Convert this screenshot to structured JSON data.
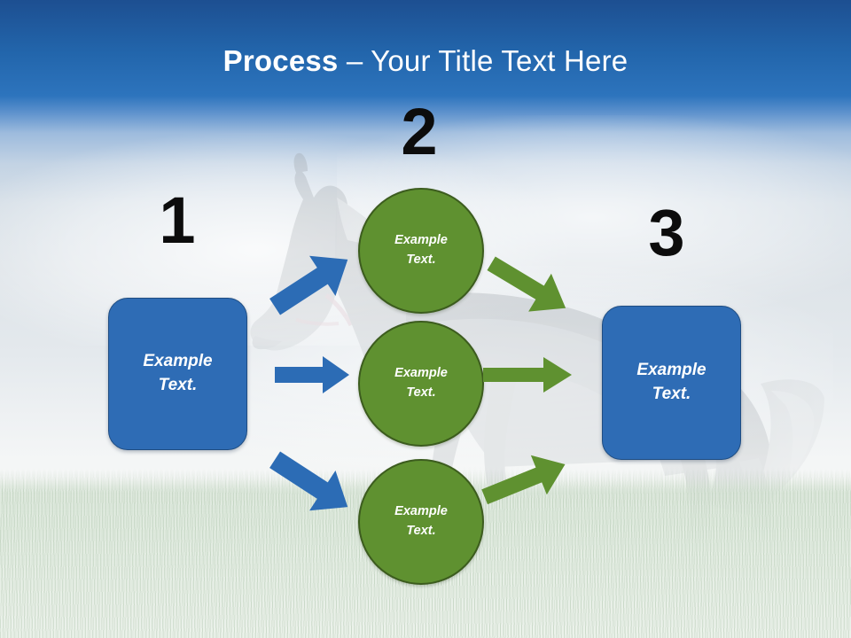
{
  "slide": {
    "title": {
      "bold_part": "Process",
      "rest_part": " – Your Title Text Here",
      "full": "Process – Your Title Text Here"
    },
    "colors": {
      "header_blue_top": "#1d4f91",
      "header_blue_bottom": "#2d74bd",
      "box_blue_fill": "#2e6cb5",
      "box_blue_border": "#1f4d82",
      "circle_green_fill": "#5f9130",
      "circle_green_border": "#3c5c1e",
      "arrow_blue": "#2c6cb5",
      "arrow_green": "#5f9130",
      "number_black": "#0c0c0c",
      "text_white": "#ffffff"
    },
    "background": {
      "scene": "faded photograph of a galloping horse on grass under a blue sky"
    }
  },
  "steps": [
    {
      "number": "1",
      "label": "Example\nText."
    },
    {
      "number": "2",
      "label": "Example\nText."
    },
    {
      "number": "3",
      "label": "Example\nText."
    }
  ],
  "nodes": {
    "start_box": {
      "label": "Example\nText."
    },
    "end_box": {
      "label": "Example\nText."
    },
    "circle_top": {
      "label": "Example\nText."
    },
    "circle_middle": {
      "label": "Example\nText."
    },
    "circle_bottom": {
      "label": "Example\nText."
    }
  },
  "connectors": [
    {
      "name": "blue-arrow-up-right",
      "color": "#2c6cb5",
      "direction": "up-right"
    },
    {
      "name": "blue-arrow-right",
      "color": "#2c6cb5",
      "direction": "right"
    },
    {
      "name": "blue-arrow-down-right",
      "color": "#2c6cb5",
      "direction": "down-right"
    },
    {
      "name": "green-arrow-down-right",
      "color": "#5f9130",
      "direction": "down-right"
    },
    {
      "name": "green-arrow-right",
      "color": "#5f9130",
      "direction": "right"
    },
    {
      "name": "green-arrow-up-right",
      "color": "#5f9130",
      "direction": "up-right"
    }
  ]
}
